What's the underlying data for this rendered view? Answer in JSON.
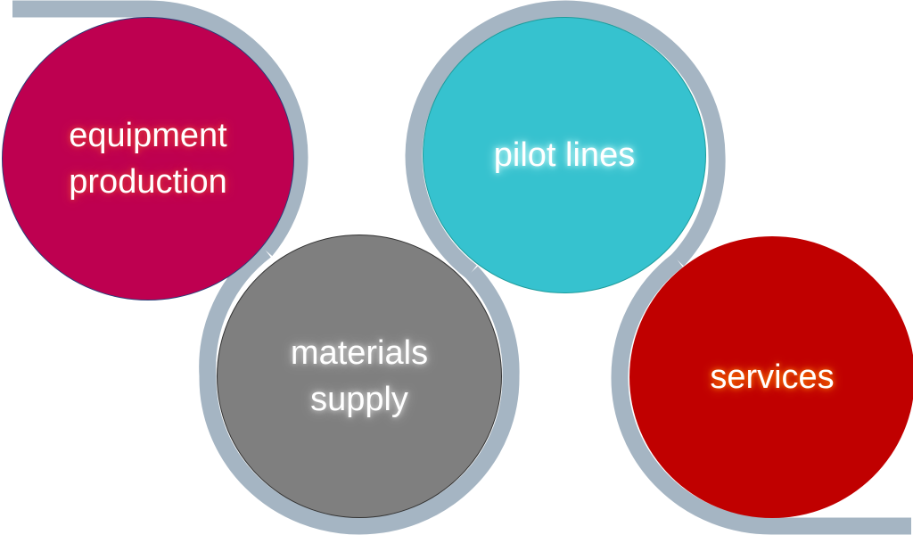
{
  "nodes": [
    {
      "id": "equipment",
      "lines": [
        "equipment",
        "production"
      ],
      "color": "#be0050"
    },
    {
      "id": "pilot",
      "lines": [
        "pilot lines"
      ],
      "color": "#36c2cf"
    },
    {
      "id": "materials",
      "lines": [
        "materials",
        "supply"
      ],
      "color": "#7f7f7f"
    },
    {
      "id": "services",
      "lines": [
        "services"
      ],
      "color": "#c00000"
    }
  ],
  "connector_color": "#a5b5c3"
}
